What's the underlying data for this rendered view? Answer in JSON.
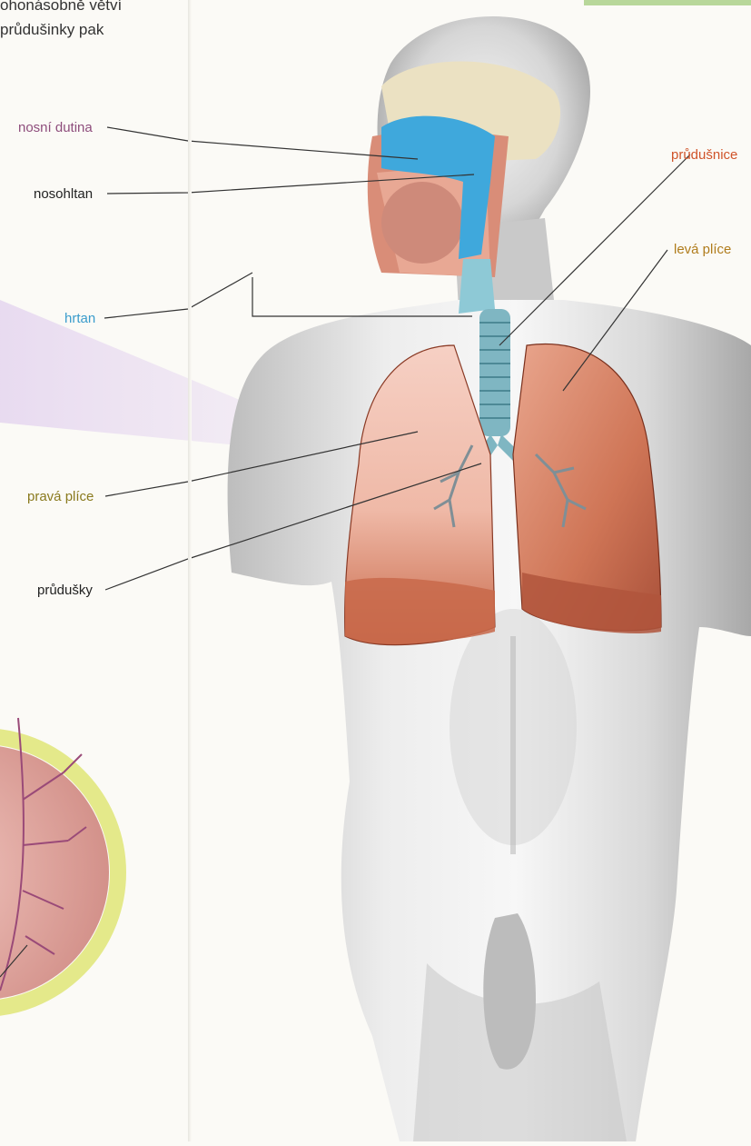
{
  "intro_text": {
    "line1": "ohonásobně větví",
    "line2": "průdušinky pak"
  },
  "labels": {
    "nasal_cavity": "nosní dutina",
    "nasopharynx": "nosohltan",
    "larynx": "hrtan",
    "right_lung": "pravá plíce",
    "bronchi": "průdušky",
    "trachea": "průdušnice",
    "left_lung": "levá plíce"
  },
  "colors": {
    "nasal_cavity": "#8e4d7c",
    "nasopharynx": "#222222",
    "larynx": "#3a9ccc",
    "right_lung": "#8a7a1e",
    "bronchi": "#222222",
    "trachea": "#d0542a",
    "left_lung": "#b07c1c",
    "lung_fill": "#c86a4a",
    "airway_blue": "#3fa8dc",
    "inset_ring": "#e4e98a"
  }
}
